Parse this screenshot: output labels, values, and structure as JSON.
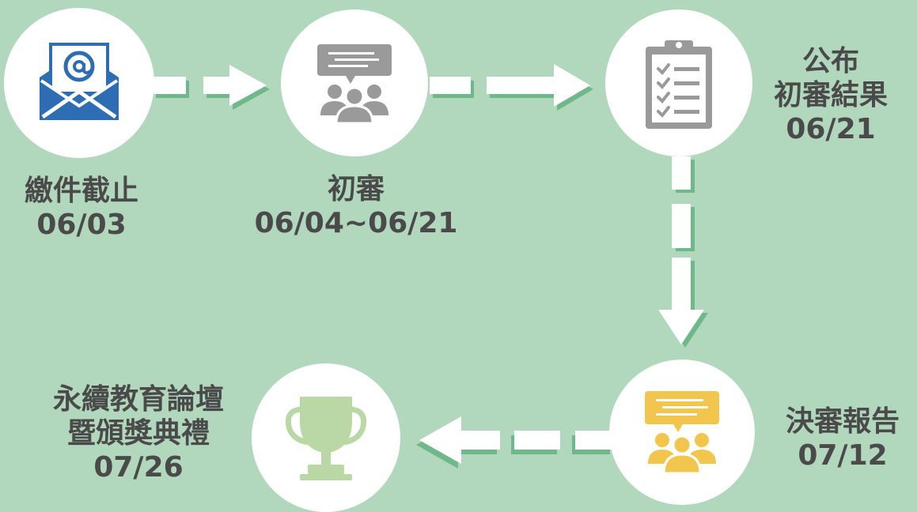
{
  "colors": {
    "background": "#b1d8bd",
    "arrow": "#ffffff",
    "arrow_shadow": "#6fb88a",
    "text": "#4a4a4a",
    "envelope_blue": "#2e6db4",
    "gray_icon": "#9a9a9a",
    "gold_icon": "#f2c64d",
    "trophy_green": "#b9d8a6"
  },
  "steps": [
    {
      "id": "submission-deadline",
      "icon": "envelope-at-icon",
      "lines": [
        "繳件截止",
        "06/03"
      ]
    },
    {
      "id": "preliminary-review",
      "icon": "meeting-gray-icon",
      "lines": [
        "初審",
        "06/04~06/21"
      ]
    },
    {
      "id": "announce-results",
      "icon": "clipboard-checklist-icon",
      "lines": [
        "公布",
        "初審結果",
        "06/21"
      ]
    },
    {
      "id": "final-presentation",
      "icon": "meeting-gold-icon",
      "lines": [
        "決審報告",
        "07/12"
      ]
    },
    {
      "id": "forum-award-ceremony",
      "icon": "trophy-icon",
      "lines": [
        "永續教育論壇",
        "暨頒獎典禮",
        "07/26"
      ]
    }
  ]
}
